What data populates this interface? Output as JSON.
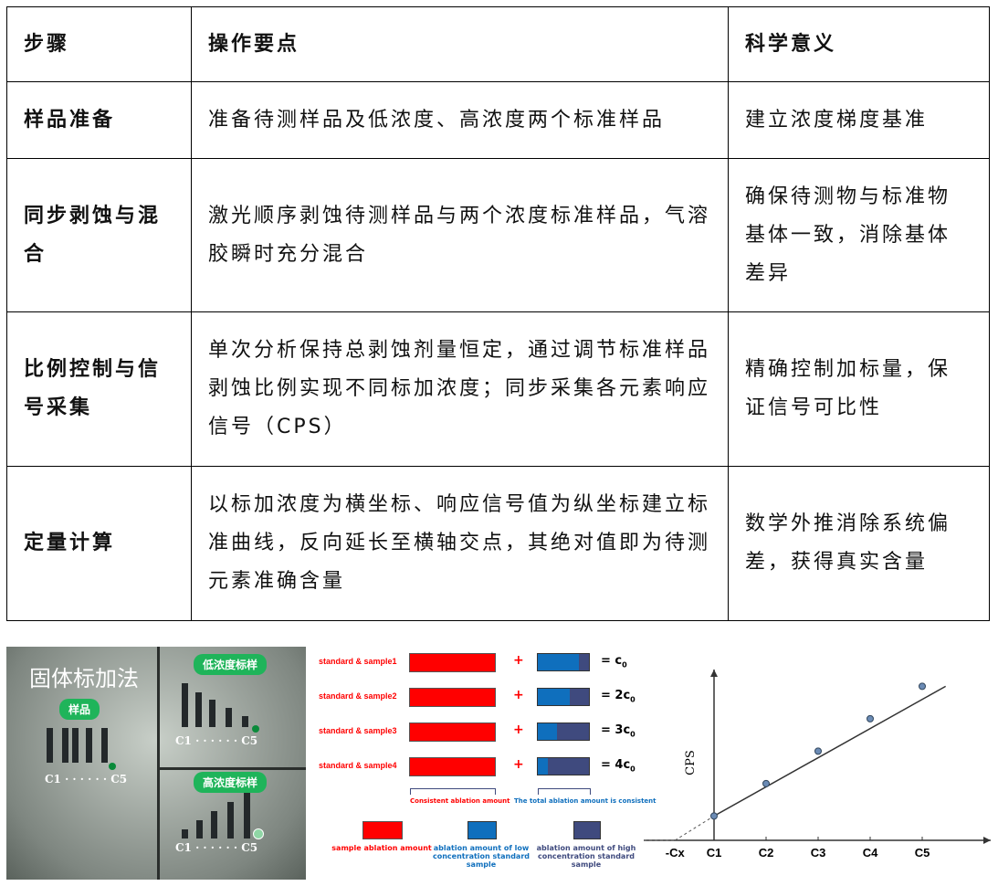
{
  "table": {
    "headers": [
      "步骤",
      "操作要点",
      "科学意义"
    ],
    "rows": [
      [
        "样品准备",
        "准备待测样品及低浓度、高浓度两个标准样品",
        "建立浓度梯度基准"
      ],
      [
        "同步剥蚀与混合",
        "激光顺序剥蚀待测样品与两个浓度标准样品，气溶胶瞬时充分混合",
        "确保待测物与标准物基体一致，消除基体差异"
      ],
      [
        "比例控制与信号采集",
        "单次分析保持总剥蚀剂量恒定，通过调节标准样品剥蚀比例实现不同标加浓度；同步采集各元素响应信号（CPS）",
        "精确控制加标量，保证信号可比性"
      ],
      [
        "定量计算",
        "以标加浓度为横坐标、响应信号值为纵坐标建立标准曲线，反向延长至横轴交点，其绝对值即为待测元素准确含量",
        "数学外推消除系统偏差，获得真实含量"
      ]
    ]
  },
  "photo": {
    "title": "固体标加法",
    "sample": "样品",
    "low": "低浓度标样",
    "high": "高浓度标样",
    "c1": "C1 · · · · · · C5"
  },
  "diagram": {
    "rows": [
      {
        "label": "standard & sample1",
        "low_fraction": 0.8,
        "result": "= c",
        "sub": "0"
      },
      {
        "label": "standard & sample2",
        "low_fraction": 0.62,
        "result": "= 2c",
        "sub": "0"
      },
      {
        "label": "standard & sample3",
        "low_fraction": 0.38,
        "result": "= 3c",
        "sub": "0"
      },
      {
        "label": "standard & sample4",
        "low_fraction": 0.2,
        "result": "= 4c",
        "sub": "0"
      }
    ],
    "plus": "+",
    "left_caption": "Consistent ablation amount",
    "right_caption": "The total ablation amount is consistent",
    "legend": [
      "sample ablation amount",
      "ablation amount of low concentration standard sample",
      "ablation amount of high concentration standard sample"
    ],
    "colors": {
      "sample": "#ff0000",
      "low": "#0f6fbd",
      "high": "#3f4a7e"
    }
  },
  "chart_data": {
    "type": "line",
    "ylabel": "CPS",
    "categories": [
      "-Cx",
      "C1",
      "C2",
      "C3",
      "C4",
      "C5"
    ],
    "y_relative": [
      0,
      1,
      2,
      3,
      4,
      5
    ]
  }
}
